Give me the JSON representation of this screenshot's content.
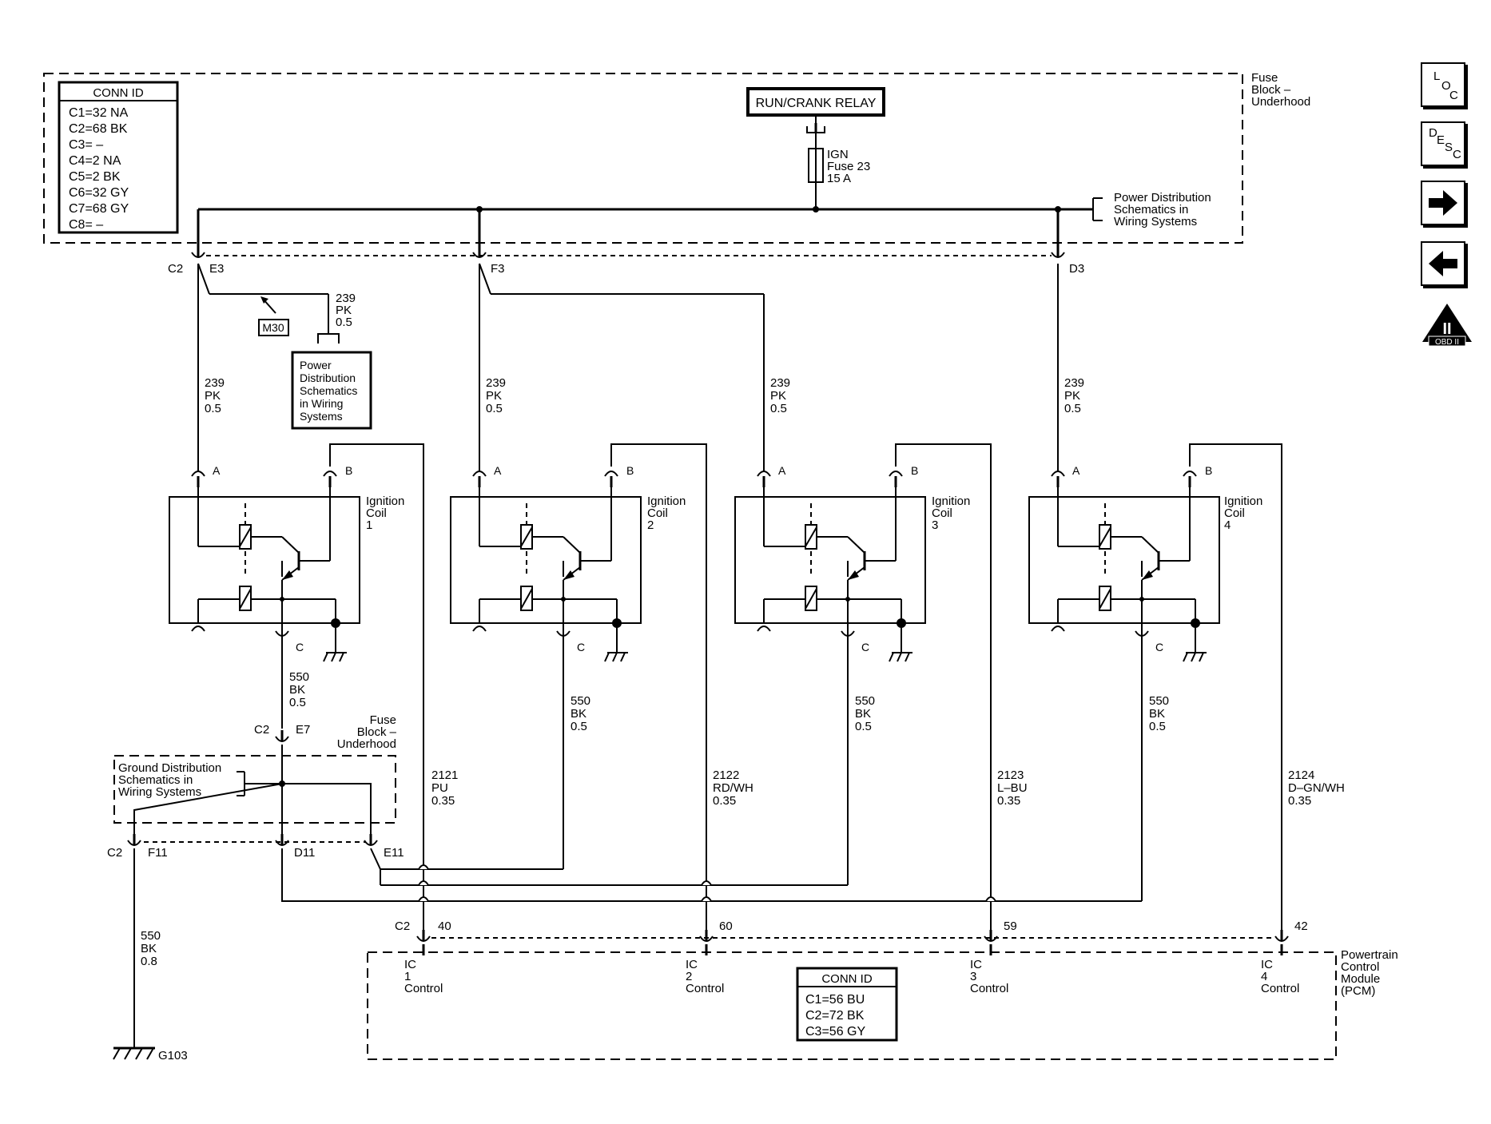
{
  "top_conn_id": {
    "title": "CONN ID",
    "rows": [
      "C1=32 NA",
      "C2=68 BK",
      "C3= –",
      "C4=2 NA",
      "C5=2 BK",
      "C6=32 GY",
      "C7=68 GY",
      "C8= –"
    ]
  },
  "fuse_block": [
    "Fuse",
    "Block –",
    "Underhood"
  ],
  "relay_label": "RUN/CRANK RELAY",
  "fuse_label": [
    "IGN",
    "Fuse 23",
    "15 A"
  ],
  "power_dist_right": [
    "Power Distribution",
    "Schematics in",
    "Wiring Systems"
  ],
  "power_dist_box": [
    "Power",
    "Distribution",
    "Schematics",
    "in Wiring",
    "Systems"
  ],
  "m30": "M30",
  "conn_c2": "C2",
  "pins": {
    "e3": "E3",
    "f3": "F3",
    "d3": "D3",
    "e7": "E7",
    "f11": "F11",
    "d11": "D11",
    "e11": "E11"
  },
  "wire_239": [
    "239",
    "PK",
    "0.5"
  ],
  "wire_550_05": [
    "550",
    "BK",
    "0.5"
  ],
  "wire_550_08": [
    "550",
    "BK",
    "0.8"
  ],
  "coil_pins": {
    "a": "A",
    "b": "B",
    "c": "C"
  },
  "coils": [
    {
      "name": [
        "Ignition",
        "Coil",
        "1"
      ]
    },
    {
      "name": [
        "Ignition",
        "Coil",
        "2"
      ]
    },
    {
      "name": [
        "Ignition",
        "Coil",
        "3"
      ]
    },
    {
      "name": [
        "Ignition",
        "Coil",
        "4"
      ]
    }
  ],
  "fuse_block_lower": [
    "Fuse",
    "Block –",
    "Underhood"
  ],
  "ground_dist": [
    "Ground Distribution",
    "Schematics in",
    "Wiring Systems"
  ],
  "signal_wires": [
    [
      "2121",
      "PU",
      "0.35"
    ],
    [
      "2122",
      "RD/WH",
      "0.35"
    ],
    [
      "2123",
      "L–BU",
      "0.35"
    ],
    [
      "2124",
      "D–GN/WH",
      "0.35"
    ]
  ],
  "pcm_pins": [
    "40",
    "60",
    "59",
    "42"
  ],
  "ic_controls": [
    [
      "IC",
      "1",
      "Control"
    ],
    [
      "IC",
      "2",
      "Control"
    ],
    [
      "IC",
      "3",
      "Control"
    ],
    [
      "IC",
      "4",
      "Control"
    ]
  ],
  "pcm_label": [
    "Powertrain",
    "Control",
    "Module",
    "(PCM)"
  ],
  "pcm_conn_id": {
    "title": "CONN ID",
    "rows": [
      "C1=56 BU",
      "C2=72 BK",
      "C3=56 GY"
    ]
  },
  "ground": "G103",
  "nav": {
    "loc": [
      "L",
      "O",
      "C"
    ],
    "desc": [
      "D",
      "E",
      "S",
      "C"
    ],
    "next_icon": "right-arrow-icon",
    "prev_icon": "left-arrow-icon",
    "obd_label": "OBD II",
    "obd_numeral": "II"
  }
}
